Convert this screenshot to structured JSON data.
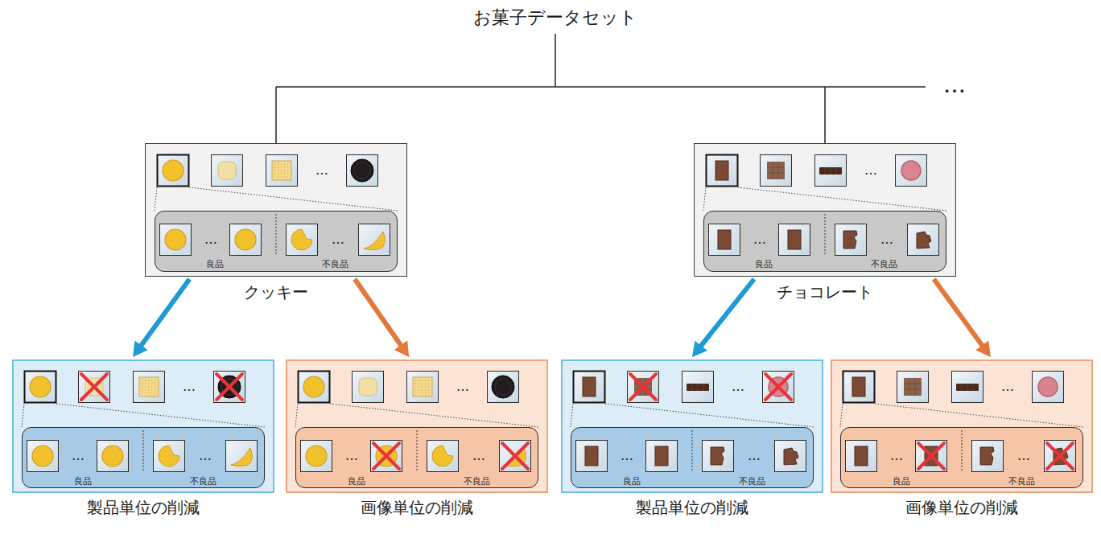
{
  "diagram": {
    "title": "お菓子データセット",
    "nodes": [
      {
        "text": [
          "クッキー"
        ]
      },
      {
        "text": [
          "良品",
          "不良品"
        ],
        "in": 0
      },
      {
        "text": [
          "チョコレート"
        ]
      },
      {
        "text": [
          "良品",
          "不良品"
        ],
        "in": 2
      },
      {
        "text": [
          "製品単位の削減"
        ]
      },
      {
        "text": [
          "良品",
          "不良品"
        ],
        "in": 4
      },
      {
        "text": [
          "画像単位の削減"
        ]
      },
      {
        "text": [
          "良品",
          "不良品"
        ],
        "in": 6
      },
      {
        "text": [
          "製品単位の削減"
        ]
      },
      {
        "text": [
          "良品",
          "不良品"
        ],
        "in": 8
      },
      {
        "text": [
          "画像単位の削減"
        ]
      },
      {
        "text": [
          "良品",
          "不良品"
        ],
        "in": 10
      }
    ],
    "edges": [
      {
        "from": 0,
        "to": 4,
        "arrow": "to"
      },
      {
        "from": 0,
        "to": 6,
        "arrow": "to"
      },
      {
        "from": 2,
        "to": 8,
        "arrow": "to"
      },
      {
        "from": 2,
        "to": 10,
        "arrow": "to"
      }
    ],
    "labels": [
      "…",
      "…",
      "…",
      "…",
      "…",
      "…",
      "…",
      "…",
      "…",
      "…",
      "…",
      "…",
      "…",
      "…",
      "…",
      "…",
      "…",
      "…",
      "…"
    ]
  }
}
